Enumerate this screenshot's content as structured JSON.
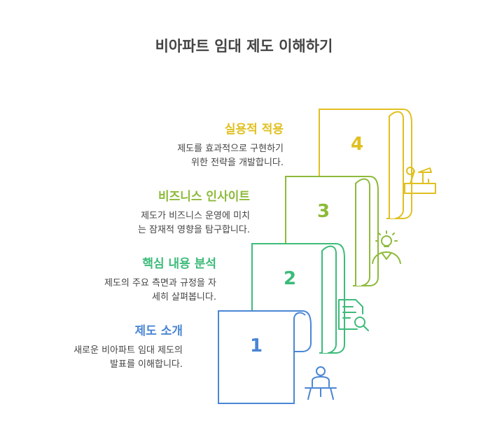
{
  "title": "비아파트 임대 제도 이해하기",
  "steps": [
    {
      "number": "1",
      "heading": "제도 소개",
      "desc_line1": "새로운 비아파트 임대 제도의",
      "desc_line2": "발표를 이해합니다.",
      "color": "#4a86d4",
      "icon": "speaker-podium-icon"
    },
    {
      "number": "2",
      "heading": "핵심 내용 분석",
      "desc_line1": "제도의 주요 측면과 규정을 자",
      "desc_line2": "세히 살펴봅니다.",
      "color": "#3dbb7a",
      "icon": "document-search-icon"
    },
    {
      "number": "3",
      "heading": "비즈니스 인사이트",
      "desc_line1": "제도가 비즈니스 운영에 미치",
      "desc_line2": "는 잠재적 영향을 탐구합니다.",
      "color": "#8dba3a",
      "icon": "lightbulb-person-icon"
    },
    {
      "number": "4",
      "heading": "실용적 적용",
      "desc_line1": "제도를 효과적으로 구현하기",
      "desc_line2": "위한 전략을 개발합니다.",
      "color": "#e0c020",
      "icon": "toolbox-icon"
    }
  ]
}
